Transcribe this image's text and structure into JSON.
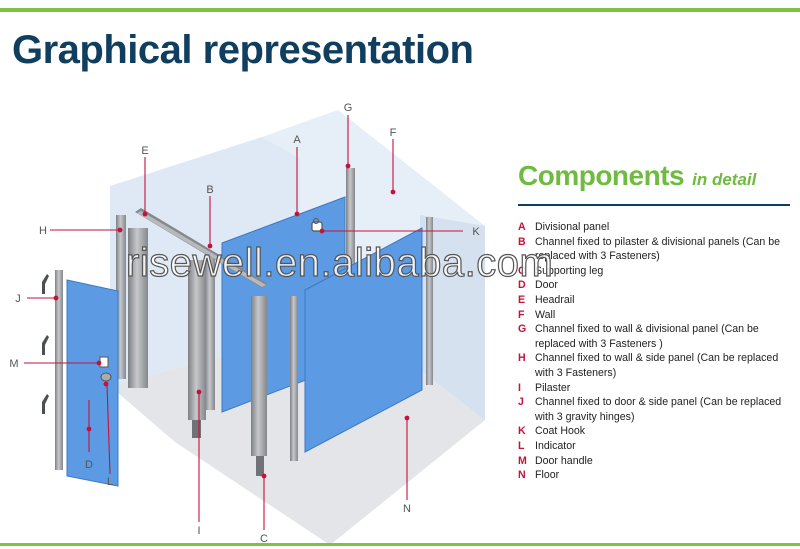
{
  "title": "Graphical representation",
  "components": {
    "heading_main": "Components",
    "heading_sub": "in detail",
    "items": [
      {
        "code": "A",
        "text": "Divisional panel"
      },
      {
        "code": "B",
        "text": "Channel fixed to pilaster & divisional panels (Can be replaced with 3 Fasteners)"
      },
      {
        "code": "C",
        "text": "Supporting leg"
      },
      {
        "code": "D",
        "text": "Door"
      },
      {
        "code": "E",
        "text": "Headrail"
      },
      {
        "code": "F",
        "text": "Wall"
      },
      {
        "code": "G",
        "text": "Channel fixed to wall & divisional panel (Can be replaced with 3 Fasteners )"
      },
      {
        "code": "H",
        "text": "Channel fixed to wall & side panel (Can be replaced with 3 Fasteners)"
      },
      {
        "code": "I",
        "text": "Pilaster"
      },
      {
        "code": "J",
        "text": "Channel fixed to door & side panel (Can be replaced with 3 gravity hinges)"
      },
      {
        "code": "K",
        "text": "Coat Hook"
      },
      {
        "code": "L",
        "text": "Indicator"
      },
      {
        "code": "M",
        "text": "Door handle"
      },
      {
        "code": "N",
        "text": "Floor"
      }
    ]
  },
  "callouts": [
    "A",
    "B",
    "C",
    "D",
    "E",
    "F",
    "G",
    "H",
    "I",
    "J",
    "K",
    "L",
    "M",
    "N"
  ],
  "watermark": "risewell.en.alibaba.com",
  "colors": {
    "accent_green": "#7dc243",
    "title_navy": "#0f3e5e",
    "callout_red": "#c5123c",
    "panel_blue": "#5c9be3",
    "wall_light_blue": "#dfe9f5",
    "floor_grey": "#e3e5e8",
    "metal_grey": "#9a9da1"
  }
}
